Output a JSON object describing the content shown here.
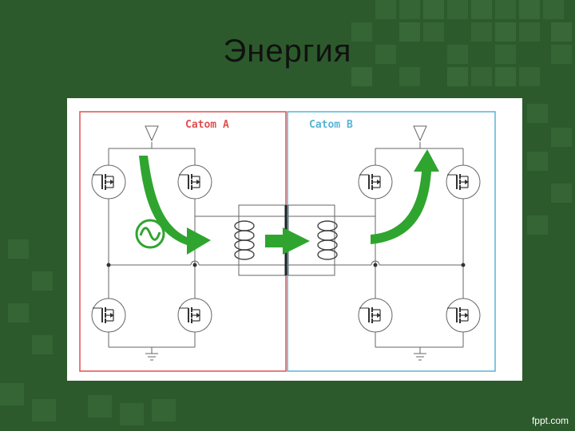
{
  "slide": {
    "title": "Энергия"
  },
  "diagram": {
    "panel_a_label": "Catom A",
    "panel_b_label": "Catom B",
    "colors": {
      "panel_a": "#e05050",
      "panel_b": "#5ab4d6",
      "arrow": "#2fa52f",
      "wire": "#666666",
      "background": "#2c5a2c"
    },
    "icons": [
      "ac-source-icon",
      "transistor-icon",
      "transformer-coil-icon",
      "antenna-triangle-icon",
      "ground-icon",
      "energy-arrow-icon"
    ]
  },
  "footer": {
    "watermark": "fppt.com"
  }
}
